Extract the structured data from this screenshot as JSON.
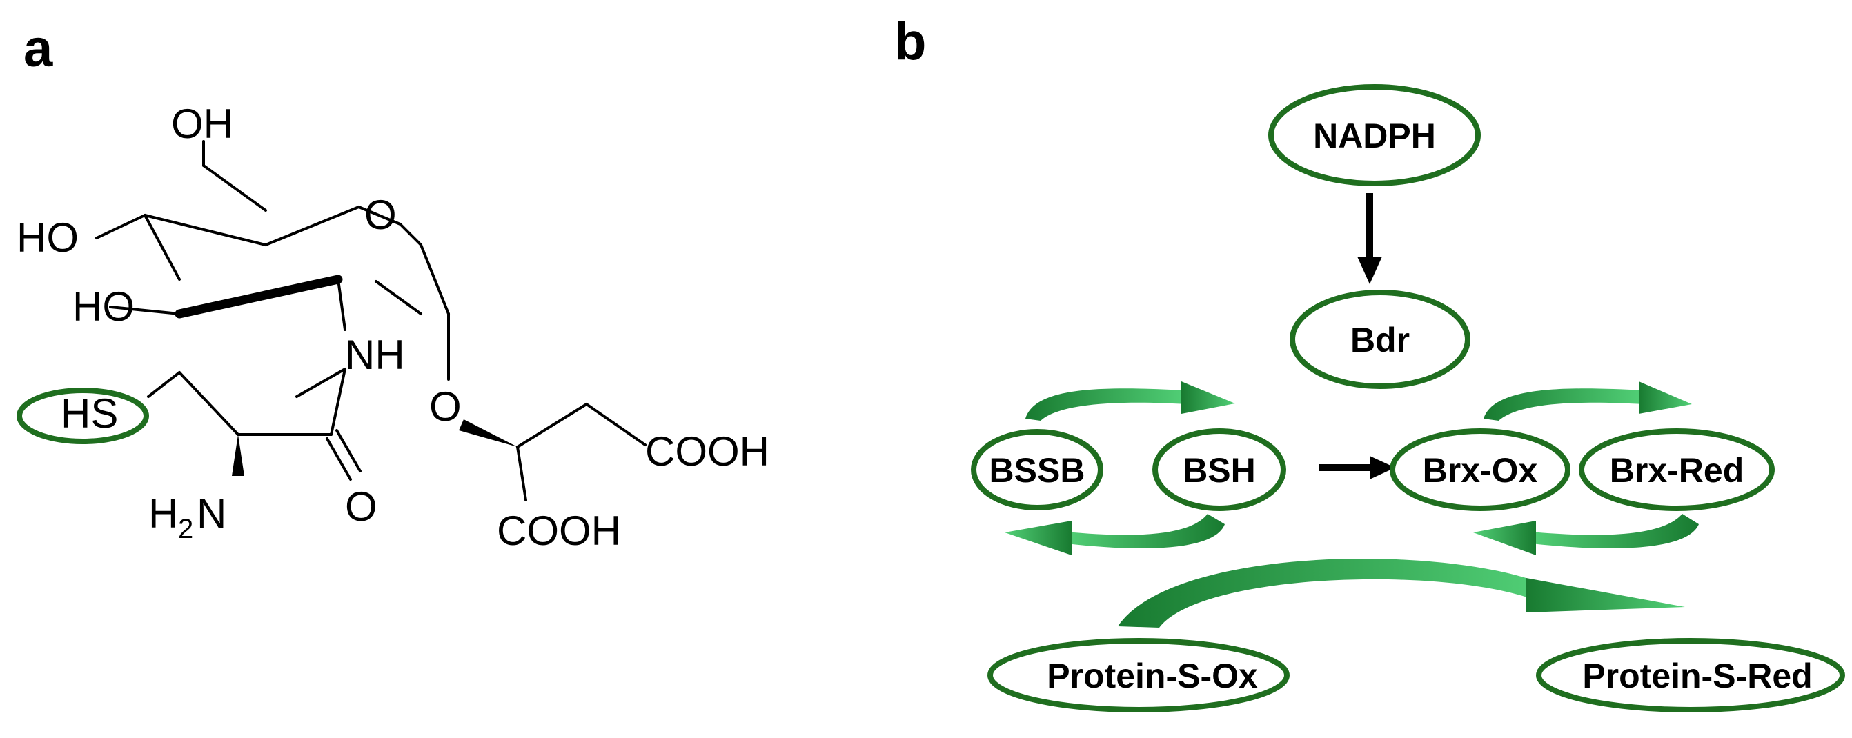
{
  "colors": {
    "node_outline": "#1f6e1f",
    "arrow_light": "#48c26a",
    "arrow_dark": "#187a30",
    "ink": "#000000"
  },
  "panel_a": {
    "label": "a",
    "atoms": {
      "oh_top": "OH",
      "ho_upper": "HO",
      "ho_lower": "HO",
      "ring_o": "O",
      "nh": "NH",
      "glyco_o": "O",
      "hs": "HS",
      "h2n_h": "H",
      "h2n_sub": "2",
      "h2n_n": "N",
      "carbonyl_o": "O",
      "cooh_right": "COOH",
      "cooh_bottom": "COOH"
    }
  },
  "panel_b": {
    "label": "b",
    "nodes": {
      "nadph": "NADPH",
      "bdr": "Bdr",
      "bssb": "BSSB",
      "bsh": "BSH",
      "brx_ox": "Brx-Ox",
      "brx_red": "Brx-Red",
      "protein_s_ox": "Protein-S-Ox",
      "protein_s_red": "Protein-S-Red"
    }
  }
}
